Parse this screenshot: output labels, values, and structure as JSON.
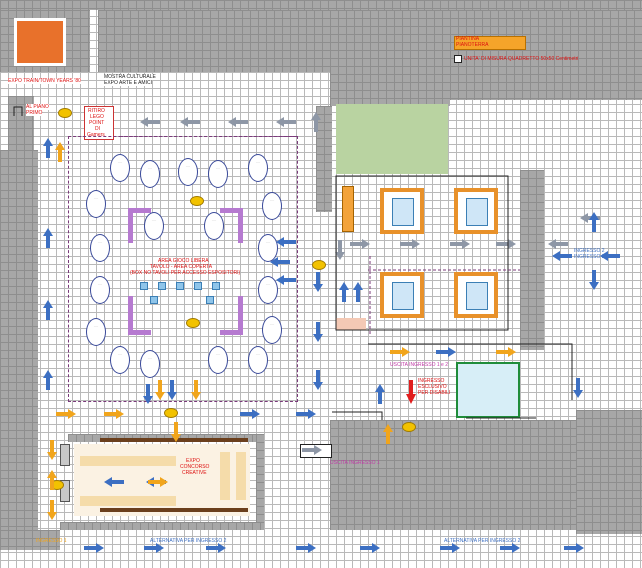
{
  "legend": {
    "title_line1": "PIANTINA",
    "title_line2": "PIANOTERRA",
    "unit_note": "UNITA' DI MISURA QUADRETTO 50x50 Centimetri",
    "swatch_color": "#f5a42a"
  },
  "areas": {
    "expo_train": "EXPO TRAIN/TOWN YEARS '80",
    "mostra_line1": "MOSTRA CULTURALE",
    "mostra_line2": "EXPO ARTE E AMICI",
    "al_piano_line1": "AL PIANO",
    "al_piano_line2": "PRIMO",
    "ritiro_line1": "RITIRO",
    "ritiro_line2": "LEGO",
    "ritiro_line3": "POINT",
    "ritiro_line4": "DI",
    "ritiro_line5": "Gamers",
    "gioco_line1": "AREA GIOCO LIBERA",
    "gioco_line2": "TAVOLO - AREA COPERTA",
    "gioco_line3": "(BOX NO TAVOLI PER ACCESSO ESPOSITORI)",
    "ingresso2_line1": "INGRESSO 2",
    "ingresso2_line2": "INGRESSO 2",
    "uscita2": "USCITA INGRESSO 1 e 2",
    "disabili_line1": "INGRESSO",
    "disabili_line2": "ESCLUSIVO",
    "disabili_line3": "PER DISABILI",
    "concorso_line1": "EXPO",
    "concorso_line2": "CONCORSO",
    "concorso_line3": "CREATIVE",
    "uscita1": "USCITA INGRESSO 1",
    "ingresso1": "INGRESSO 1",
    "alternativa1": "ALTERNATIVA PER INGRESSO 2",
    "alternativa2": "ALTERNATIVA PER INGRESSO 2"
  },
  "icons": {
    "arrow": "arrow-icon",
    "sign": "info-sign-icon",
    "stair": "stair-icon"
  },
  "colors": {
    "blue_arrow": "#3c6fc2",
    "orange_arrow": "#f1a51c",
    "grey_arrow": "#8e97a6",
    "red_arrow": "#e11d1d",
    "wall": "#a7a7a7",
    "green_area": "#b9d3a1",
    "purple_frame": "#b67ad0"
  }
}
